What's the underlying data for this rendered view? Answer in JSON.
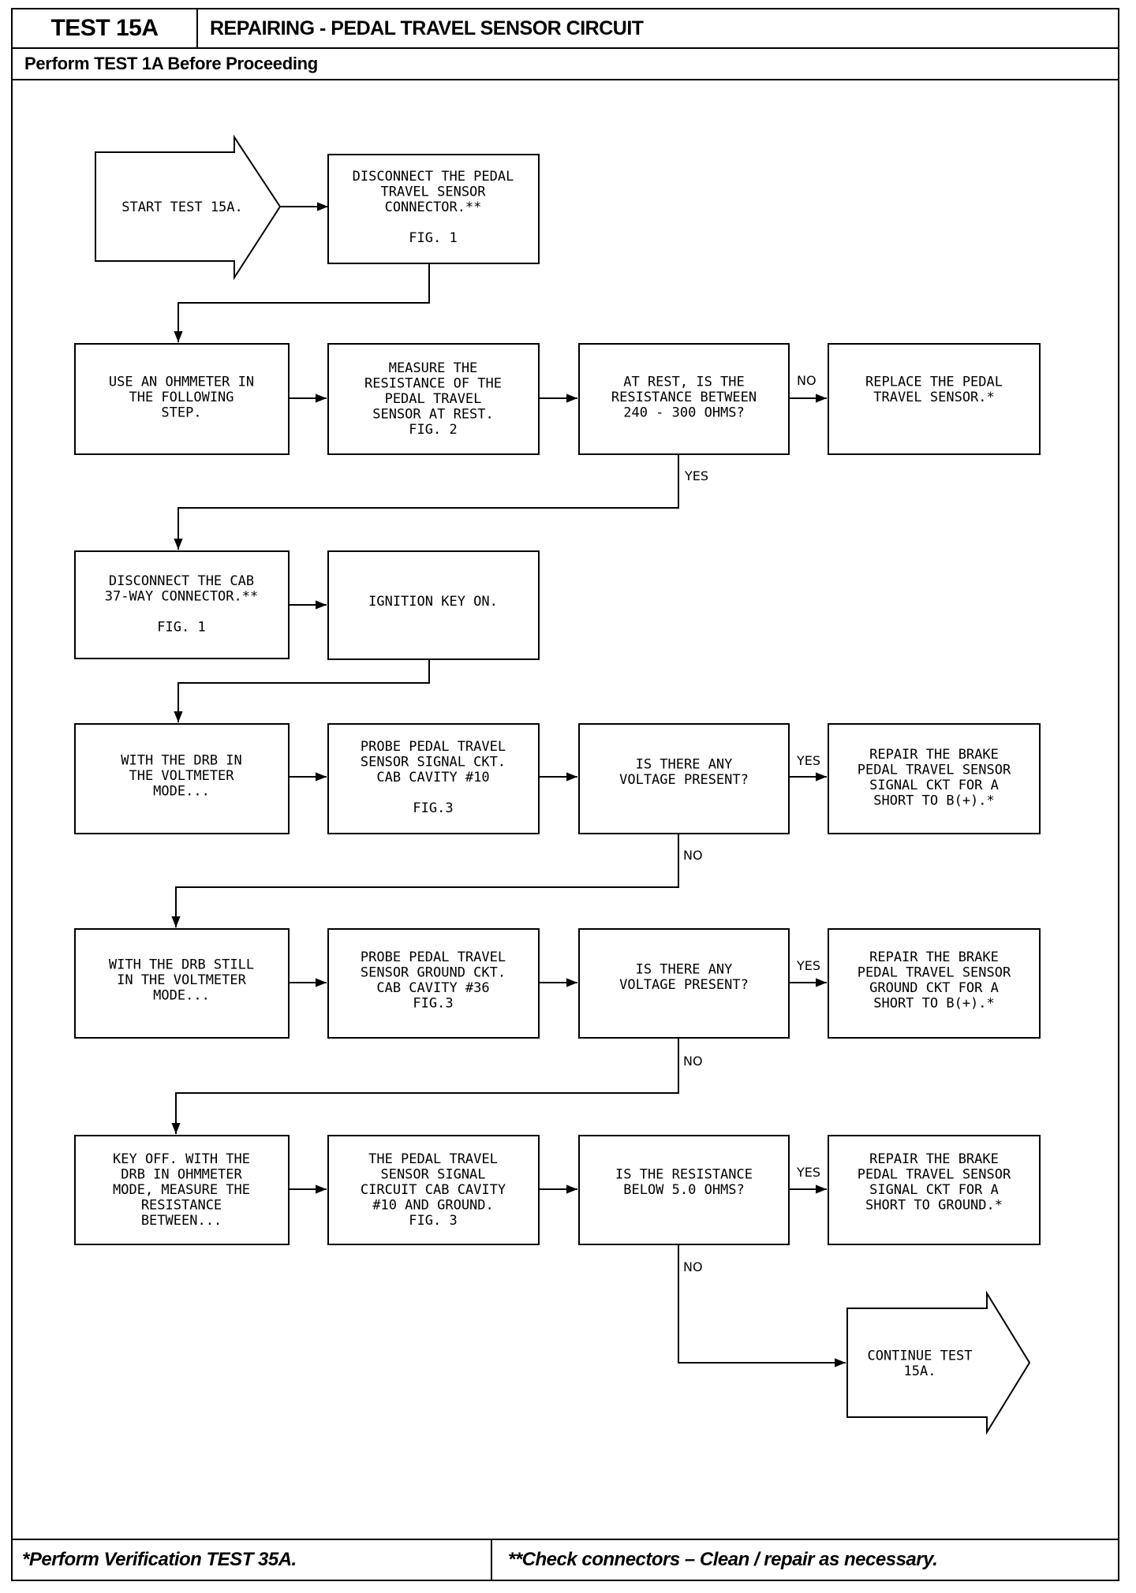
{
  "header": {
    "test_id": "TEST 15A",
    "title": "REPAIRING - PEDAL TRAVEL SENSOR CIRCUIT",
    "subtitle": "Perform TEST 1A Before Proceeding"
  },
  "flow": {
    "start": [
      "START TEST 15A."
    ],
    "step1": [
      "DISCONNECT THE PEDAL",
      "TRAVEL SENSOR",
      "CONNECTOR.**",
      "",
      "FIG. 1"
    ],
    "step2": [
      "USE AN OHMMETER IN",
      "THE FOLLOWING",
      "STEP."
    ],
    "step3": [
      "MEASURE THE",
      "RESISTANCE OF THE",
      "PEDAL TRAVEL",
      "SENSOR AT REST.",
      "FIG. 2"
    ],
    "q1": [
      "AT REST, IS THE",
      "RESISTANCE BETWEEN",
      "240 - 300 OHMS?"
    ],
    "r1": [
      "REPLACE THE PEDAL",
      "TRAVEL SENSOR.*"
    ],
    "step4": [
      "DISCONNECT THE CAB",
      "37-WAY CONNECTOR.**",
      "",
      "FIG. 1"
    ],
    "step5": [
      "IGNITION KEY ON."
    ],
    "step6": [
      "WITH THE DRB IN",
      "THE VOLTMETER",
      "MODE..."
    ],
    "step7": [
      "PROBE PEDAL TRAVEL",
      "SENSOR SIGNAL CKT.",
      "CAB CAVITY #10",
      "",
      "FIG.3"
    ],
    "q2": [
      "IS THERE ANY",
      "VOLTAGE PRESENT?"
    ],
    "r2": [
      "REPAIR THE BRAKE",
      "PEDAL TRAVEL SENSOR",
      "SIGNAL CKT FOR A",
      "SHORT TO B(+).*"
    ],
    "step8": [
      "WITH THE DRB STILL",
      "IN THE VOLTMETER",
      "MODE..."
    ],
    "step9": [
      "PROBE PEDAL TRAVEL",
      "SENSOR GROUND CKT.",
      "CAB CAVITY #36",
      "FIG.3"
    ],
    "q3": [
      "IS THERE ANY",
      "VOLTAGE PRESENT?"
    ],
    "r3": [
      "REPAIR THE BRAKE",
      "PEDAL TRAVEL SENSOR",
      "GROUND CKT FOR A",
      "SHORT TO B(+).*"
    ],
    "step10": [
      "KEY OFF. WITH THE",
      "DRB IN OHMMETER",
      "MODE, MEASURE THE",
      "RESISTANCE",
      "BETWEEN..."
    ],
    "step11": [
      "THE PEDAL TRAVEL",
      "SENSOR SIGNAL",
      "CIRCUIT CAB CAVITY",
      "#10 AND GROUND.",
      "FIG. 3"
    ],
    "q4": [
      "IS THE RESISTANCE",
      "BELOW 5.0 OHMS?"
    ],
    "r4": [
      "REPAIR THE BRAKE",
      "PEDAL TRAVEL SENSOR",
      "SIGNAL CKT FOR A",
      "SHORT TO GROUND.*"
    ],
    "end": [
      "CONTINUE TEST",
      "15A."
    ],
    "labels": {
      "no": "NO",
      "yes": "YES"
    }
  },
  "footer": {
    "left": "*Perform Verification TEST 35A.",
    "right": "**Check connectors – Clean / repair as necessary."
  }
}
